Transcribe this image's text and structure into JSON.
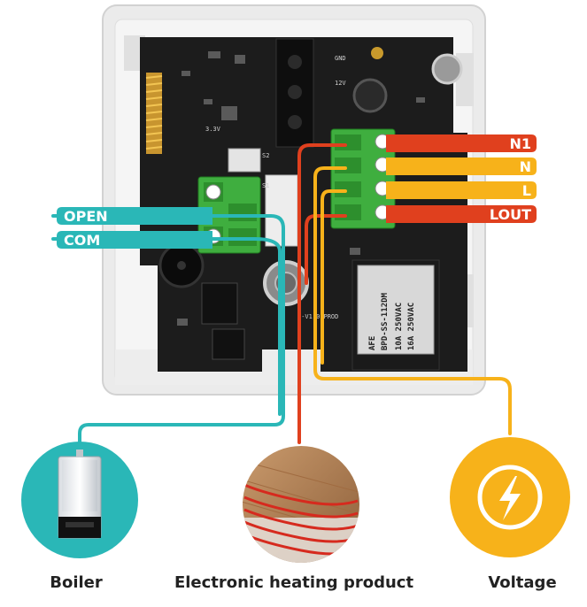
{
  "colors": {
    "teal": "#2ab7b7",
    "red": "#e0401e",
    "yellow": "#f7b21a",
    "pcb": "#1d1d1d",
    "terminal": "#3fae3f",
    "housing": "#e9e9e9"
  },
  "terminals": {
    "left": [
      {
        "label": "OPEN",
        "color": "teal"
      },
      {
        "label": "COM",
        "color": "teal"
      }
    ],
    "right": [
      {
        "label": "N1",
        "color": "red"
      },
      {
        "label": "N",
        "color": "yellow"
      },
      {
        "label": "L",
        "color": "yellow"
      },
      {
        "label": "LOUT",
        "color": "red"
      }
    ]
  },
  "board": {
    "relay_brand": "AFE",
    "relay_model": "BPD-SS-112DM",
    "relay_rating_1": "10A 250VAC",
    "relay_rating_2": "16A 250VAC",
    "silk_gnd": "GND",
    "silk_12v": "12V",
    "silk_33v": "3.3V",
    "silk_s1": "S1",
    "silk_s2": "S2",
    "silk_prod": "9-V1.0 PROD"
  },
  "devices": [
    {
      "caption": "Boiler",
      "icon": "boiler-icon"
    },
    {
      "caption": "Electronic heating product",
      "icon": "floor-heating-icon"
    },
    {
      "caption": "Voltage",
      "icon": "lightning-bolt-icon"
    }
  ]
}
